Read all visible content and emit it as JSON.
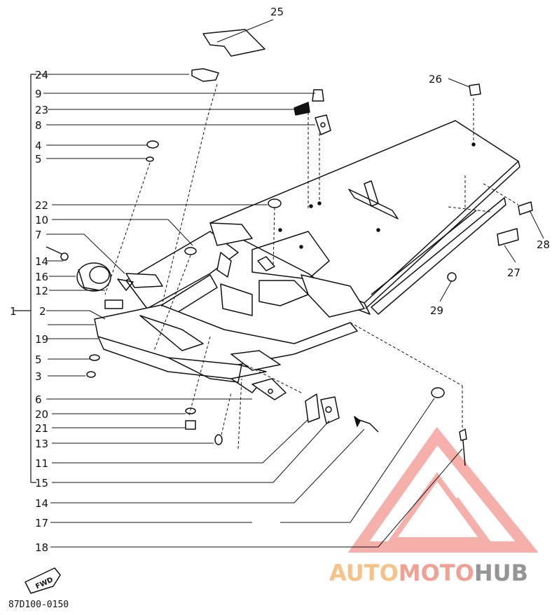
{
  "diagram": {
    "callouts": [
      "25",
      "24",
      "9",
      "23",
      "8",
      "4",
      "5",
      "22",
      "10",
      "7",
      "14",
      "16",
      "12",
      "1",
      "2",
      "19",
      "5",
      "3",
      "6",
      "20",
      "21",
      "13",
      "11",
      "15",
      "14",
      "17",
      "18",
      "26",
      "28",
      "27",
      "29"
    ],
    "fwd_label": "FWD",
    "drawing_code": "87D100-0150"
  },
  "watermark": {
    "part1": "AUTO",
    "part2": "MOTO",
    "part3": "HUB",
    "colors": {
      "auto": "#f3b46a",
      "moto": "#ee8a7a",
      "hub": "#8a8a8a",
      "logo": "#f0706a"
    }
  },
  "colors": {
    "ink": "#111111",
    "paper": "#ffffff"
  }
}
